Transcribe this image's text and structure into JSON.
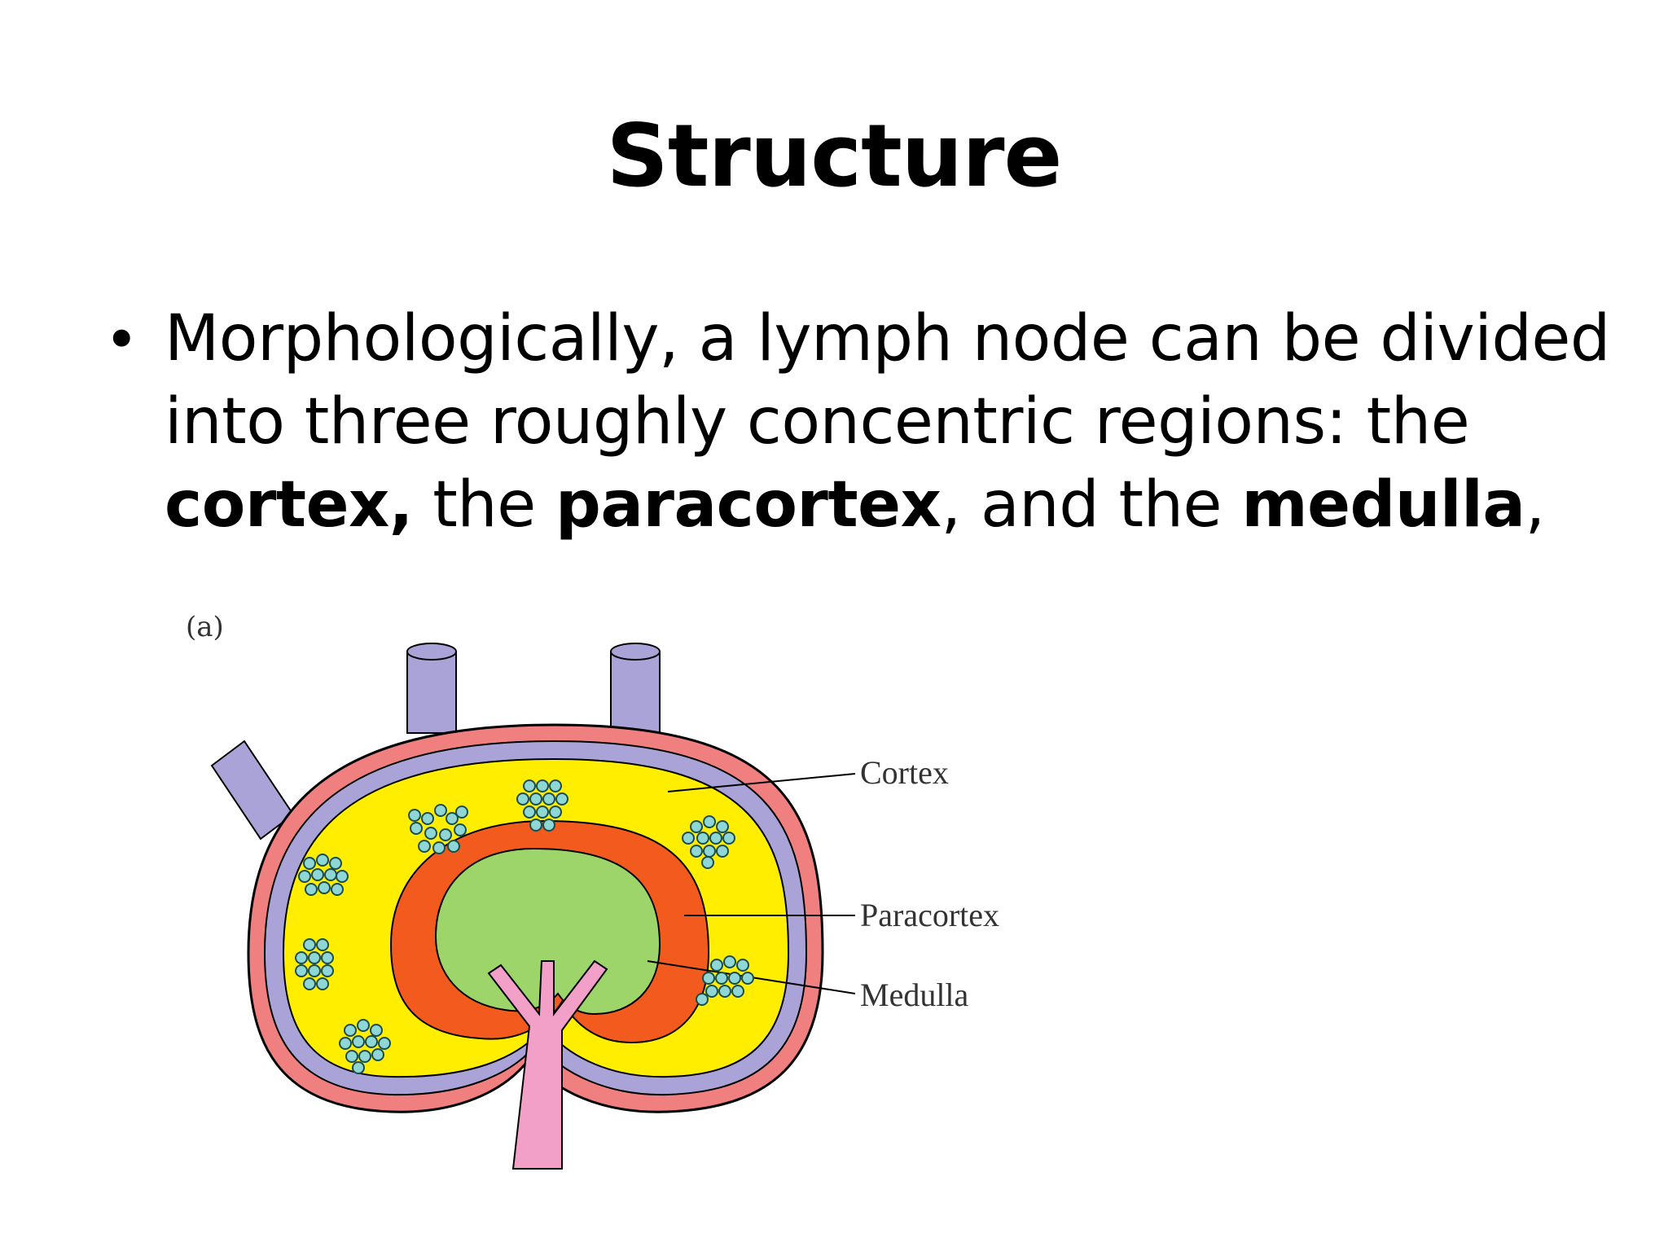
{
  "slide": {
    "title": "Structure",
    "bullet": {
      "text_1": "Morphologically, a lymph node can be divided into three roughly concentric regions: the ",
      "term_1": "cortex,",
      "text_2": " the ",
      "term_2": "paracortex",
      "text_3": ", and the ",
      "term_3": "medulla",
      "text_4": ","
    }
  },
  "figure": {
    "panel_label": "(a)",
    "labels": {
      "cortex": "Cortex",
      "paracortex": "Paracortex",
      "medulla": "Medulla"
    },
    "colors": {
      "capsule": "#f08080",
      "lymph_vessel": "#a9a3d8",
      "cortex": "#ffee00",
      "paracortex": "#f25a1e",
      "medulla": "#9ed56b",
      "follicle_cells": "#8fd6d6",
      "efferent_vessel": "#f2a0c8"
    }
  }
}
